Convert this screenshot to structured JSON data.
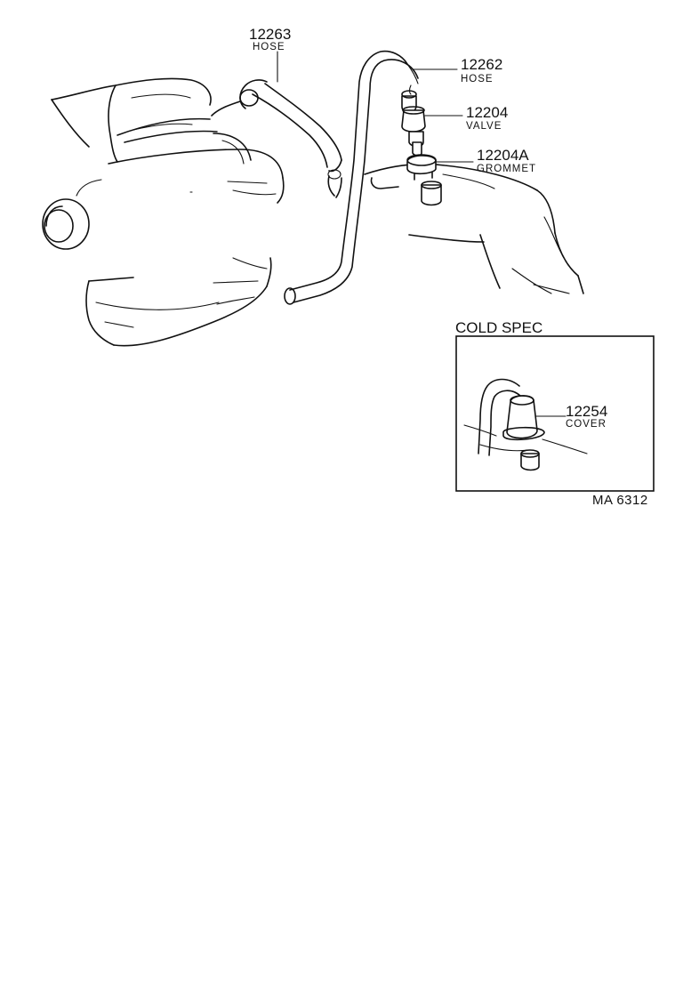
{
  "callouts": [
    {
      "id": "12263",
      "number": "12263",
      "name": "HOSE"
    },
    {
      "id": "12262",
      "number": "12262",
      "name": "HOSE"
    },
    {
      "id": "12204",
      "number": "12204",
      "name": "VALVE"
    },
    {
      "id": "12204A",
      "number": "12204A",
      "name": "GROMMET"
    },
    {
      "id": "12254",
      "number": "12254",
      "name": "COVER"
    }
  ],
  "inset": {
    "title": "COLD SPEC"
  },
  "figure_code": "MA 6312"
}
